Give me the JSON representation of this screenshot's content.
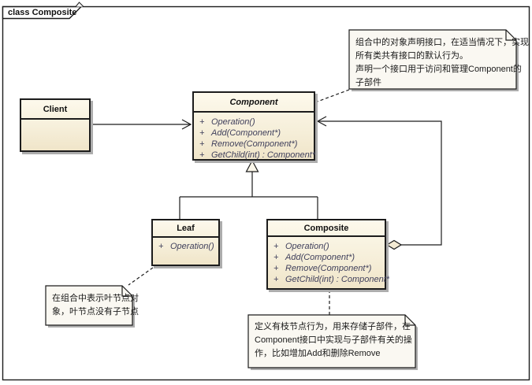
{
  "frame": {
    "title": "class Composite"
  },
  "classes": {
    "client": {
      "name": "Client",
      "methods": []
    },
    "component": {
      "name": "Component",
      "abstract": true,
      "methods": [
        {
          "visibility": "+",
          "signature": "Operation()"
        },
        {
          "visibility": "+",
          "signature": "Add(Component*)"
        },
        {
          "visibility": "+",
          "signature": "Remove(Component*)"
        },
        {
          "visibility": "+",
          "signature": "GetChild(int) : Component*"
        }
      ]
    },
    "leaf": {
      "name": "Leaf",
      "methods": [
        {
          "visibility": "+",
          "signature": "Operation()"
        }
      ]
    },
    "composite": {
      "name": "Composite",
      "methods": [
        {
          "visibility": "+",
          "signature": "Operation()"
        },
        {
          "visibility": "+",
          "signature": "Add(Component*)"
        },
        {
          "visibility": "+",
          "signature": "Remove(Component*)"
        },
        {
          "visibility": "+",
          "signature": "GetChild(int) : Component*"
        }
      ]
    }
  },
  "notes": {
    "component_note": {
      "lines": [
        "组合中的对象声明接口，在适当情况下，实现",
        "所有类共有接口的默认行为。",
        "声明一个接口用于访问和管理Component的",
        "子部件"
      ]
    },
    "leaf_note": {
      "lines": [
        "在组合中表示叶节点对",
        "象，叶节点没有子节点"
      ]
    },
    "composite_note": {
      "lines": [
        "定义有枝节点行为，用来存储子部件，在",
        "Component接口中实现与子部件有关的操",
        "作，比如增加Add和删除Remove"
      ]
    }
  },
  "relationships": [
    {
      "from": "Client",
      "to": "Component",
      "type": "association"
    },
    {
      "from": "Leaf",
      "to": "Component",
      "type": "generalization"
    },
    {
      "from": "Composite",
      "to": "Component",
      "type": "generalization"
    },
    {
      "from": "Composite",
      "to": "Component",
      "type": "aggregation"
    }
  ],
  "colors": {
    "class_fill_top": "#FDF9EC",
    "class_fill_bottom": "#F0E5C9",
    "note_fill": "#FAF8F2",
    "shadow": "#ADADAD",
    "method_text": "#40405C",
    "line": "#1C1C1C",
    "background": "#FFFFFF"
  }
}
